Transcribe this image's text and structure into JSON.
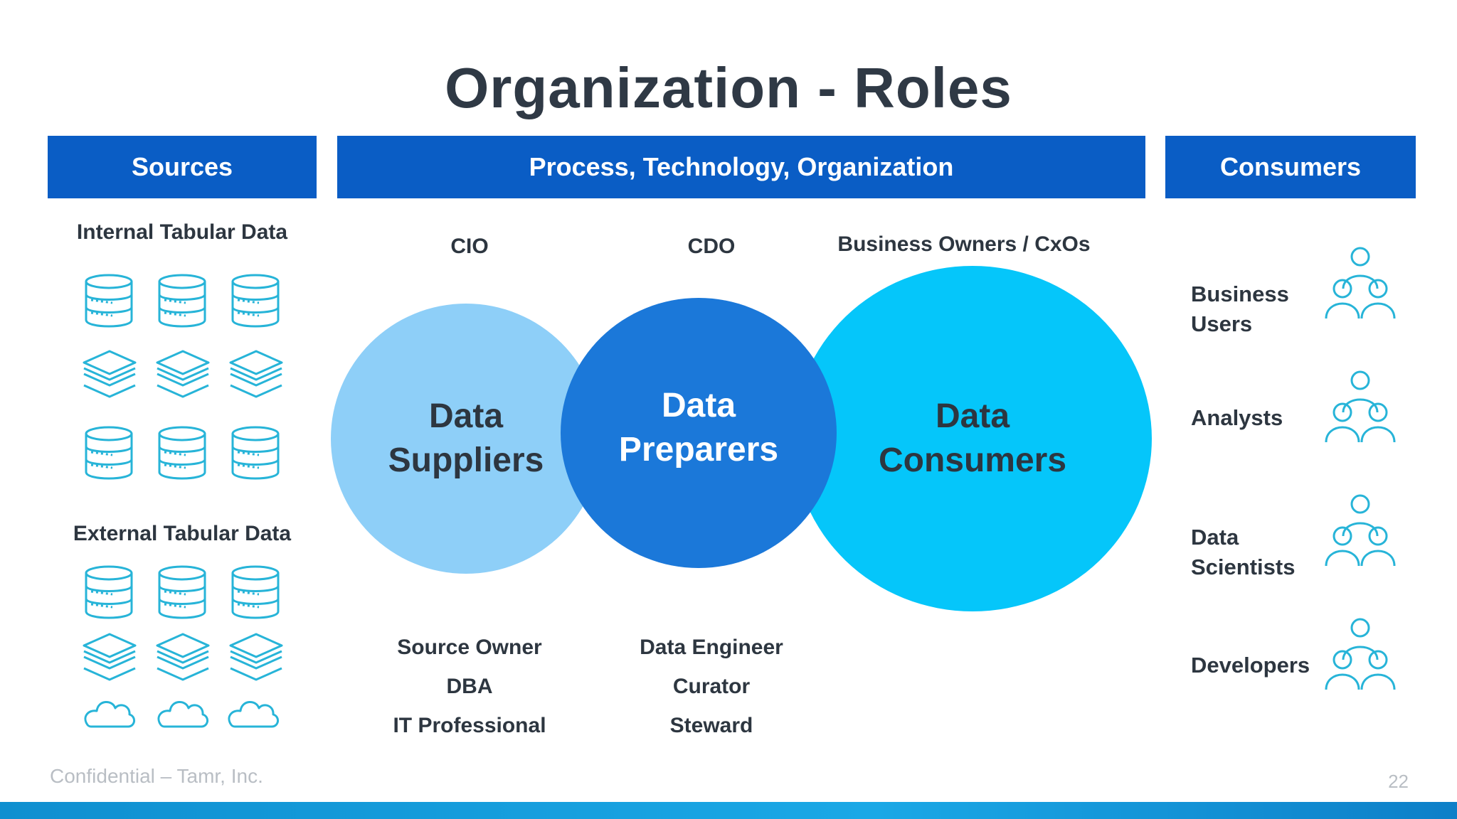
{
  "title": "Organization - Roles",
  "headers": {
    "sources": "Sources",
    "process": "Process, Technology, Organization",
    "consumers": "Consumers"
  },
  "sources": {
    "internal_label": "Internal Tabular Data",
    "external_label": "External Tabular Data"
  },
  "role_titles": {
    "cio": "CIO",
    "cdo": "CDO",
    "business_owners": "Business Owners / CxOs"
  },
  "circles": {
    "suppliers": {
      "line1": "Data",
      "line2": "Suppliers",
      "color": "#8ecff8"
    },
    "preparers": {
      "line1": "Data",
      "line2": "Preparers",
      "color": "#1b78d9"
    },
    "consumers": {
      "line1": "Data",
      "line2": "Consumers",
      "color": "#05c6fa"
    }
  },
  "supplier_roles": [
    "Source Owner",
    "DBA",
    "IT Professional"
  ],
  "preparer_roles": [
    "Data Engineer",
    "Curator",
    "Steward"
  ],
  "consumer_roles": [
    {
      "line1": "Business",
      "line2": "Users"
    },
    {
      "line1": "Analysts",
      "line2": ""
    },
    {
      "line1": "Data",
      "line2": "Scientists"
    },
    {
      "line1": "Developers",
      "line2": ""
    }
  ],
  "icon_color": "#27b4d8",
  "footer": {
    "confidential": "Confidential – Tamr, Inc.",
    "page_number": "22"
  }
}
